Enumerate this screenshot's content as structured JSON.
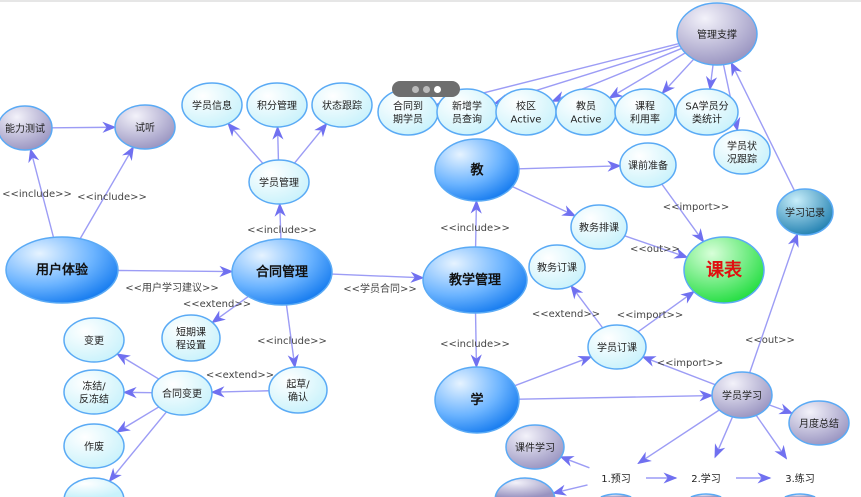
{
  "colors": {
    "edge": "#9c9cf5",
    "arrow": "#7070f0",
    "big_blue": "#2d8cf0",
    "light": "#dff8fc",
    "purple": "#a9a6c9",
    "green": "#3de85a",
    "red_text": "#e01010",
    "teal": "#2d8ab8"
  },
  "nodes": [
    {
      "id": "nlcs",
      "lines": [
        "能力测试"
      ]
    },
    {
      "id": "st",
      "lines": [
        "试听"
      ]
    },
    {
      "id": "yhty",
      "lines": [
        "用户体验"
      ]
    },
    {
      "id": "htgl",
      "lines": [
        "合同管理"
      ]
    },
    {
      "id": "jxgl",
      "lines": [
        "教学管理"
      ]
    },
    {
      "id": "jiao",
      "lines": [
        "教"
      ]
    },
    {
      "id": "xue",
      "lines": [
        "学"
      ]
    },
    {
      "id": "xyxx",
      "lines": [
        "学员信息"
      ]
    },
    {
      "id": "jfgl",
      "lines": [
        "积分管理"
      ]
    },
    {
      "id": "ztgz",
      "lines": [
        "状态跟踪"
      ]
    },
    {
      "id": "xygl",
      "lines": [
        "学员管理"
      ]
    },
    {
      "id": "htdq",
      "lines": [
        "合同到",
        "期学员"
      ]
    },
    {
      "id": "xzxy",
      "lines": [
        "新增学",
        "员查询"
      ]
    },
    {
      "id": "xq",
      "lines": [
        "校区",
        "Active"
      ]
    },
    {
      "id": "jy",
      "lines": [
        "教员",
        "Active"
      ]
    },
    {
      "id": "kc",
      "lines": [
        "课程",
        "利用率"
      ]
    },
    {
      "id": "sa",
      "lines": [
        "SA学员分",
        "类统计"
      ]
    },
    {
      "id": "xyzk",
      "lines": [
        "学员状",
        "况跟踪"
      ]
    },
    {
      "id": "glzc",
      "lines": [
        "管理支撑"
      ]
    },
    {
      "id": "kqzb",
      "lines": [
        "课前准备"
      ]
    },
    {
      "id": "jwpk",
      "lines": [
        "教务排课"
      ]
    },
    {
      "id": "jwdk",
      "lines": [
        "教务订课"
      ]
    },
    {
      "id": "kb",
      "lines": [
        "课表"
      ]
    },
    {
      "id": "xxjl",
      "lines": [
        "学习记录"
      ]
    },
    {
      "id": "xydk",
      "lines": [
        "学员订课"
      ]
    },
    {
      "id": "xyxx2",
      "lines": [
        "学员学习"
      ]
    },
    {
      "id": "ydzj",
      "lines": [
        "月度总结"
      ]
    },
    {
      "id": "kjxx",
      "lines": [
        "课件学习"
      ]
    },
    {
      "id": "yx",
      "lines": [
        "1.预习"
      ]
    },
    {
      "id": "xx",
      "lines": [
        "2.学习"
      ]
    },
    {
      "id": "lx",
      "lines": [
        "3.练习"
      ]
    },
    {
      "id": "dqkc",
      "lines": [
        "短期课",
        "程设置"
      ]
    },
    {
      "id": "qc",
      "lines": [
        "起草/",
        "确认"
      ]
    },
    {
      "id": "htbg",
      "lines": [
        "合同变更"
      ]
    },
    {
      "id": "bg",
      "lines": [
        "变更"
      ]
    },
    {
      "id": "dj",
      "lines": [
        "冻结/",
        "反冻结"
      ]
    },
    {
      "id": "zf",
      "lines": [
        "作废"
      ]
    },
    {
      "id": "jc",
      "lines": []
    },
    {
      "id": "bl",
      "lines": []
    }
  ],
  "edge_labels": [
    "<<include>>",
    "<<include>>",
    "<<include>>",
    "<<include>>",
    "<<include>>",
    "<<include>>",
    "<<用户学习建议>>",
    "<<extend>>",
    "<<extend>>",
    "<<extend>>",
    "<<学员合同>>",
    "<<import>>",
    "<<import>>",
    "<<import>>",
    "<<out>>",
    "<<out>>"
  ],
  "carousel": {
    "count": 3,
    "active": 2
  }
}
